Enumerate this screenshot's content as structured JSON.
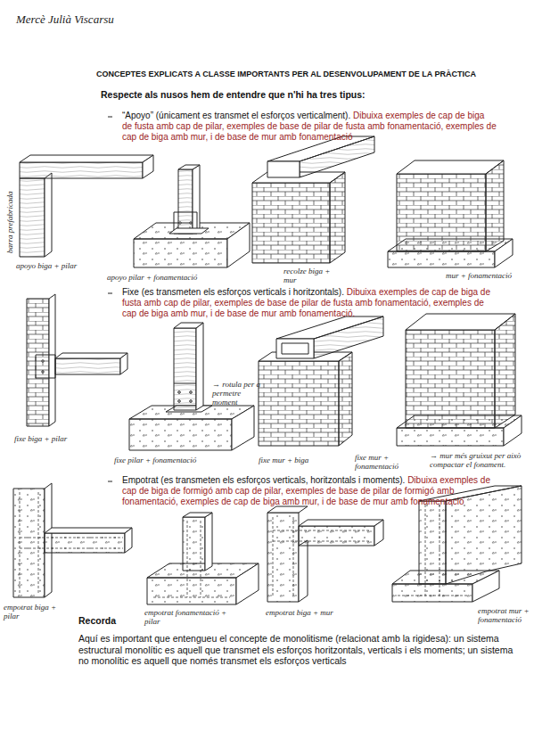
{
  "diagram": {
    "title": "CONCEPTES EXPLICATS A CLASSE IMPORTANTS PER AL DESENVOLUPAMENT DE LA PRÀCTICA",
    "labels": [
      "Mercè Julià Viscarsu",
      "Respecte als nusos hem de entendre que n'hi ha tres tipus:",
      "“Apoyo” (únicament es transmet el esforços verticalment).",
      "Dibuixa exemples de cap de biga de fusta amb cap de pilar, exemples de base de pilar de fusta amb fonamentació, exemples de cap de biga amb mur, i de base de mur amb fonamentació",
      "barra prefabricada",
      "apoyo biga + pilar",
      "apoyo pilar + fonamentació",
      "recolze biga + mur",
      "mur + fonamentació",
      "Fixe (es transmeten els esforços verticals i horitzontals).",
      "Dibuixa exemples de cap de biga de fusta amb cap de pilar, exemples de base de pilar de fusta amb fonamentació, exemples de cap de biga amb mur, i de base de mur amb fonamentació.",
      "fixe biga + pilar",
      "→ rotula per a permetre moment",
      "fixe pilar + fonamentació",
      "fixe mur + biga",
      "fixe mur + fonamentació",
      "→ mur més gruixut per això compactar el fonament.",
      "Empotrat (es transmeten els esforços verticals, horitzontals i moments).",
      "Dibuixa exemples de cap de biga de formigó amb cap de pilar, exemples de base de pilar de formigó amb fonamentació, exemples de cap de biga amb mur, i de base de mur amb fonamentació",
      "empotrat biga + pilar",
      "empotrat fonamentació + pilar",
      "empotrat biga + mur",
      "empotrat mur + fonamentació",
      "Recorda",
      "Aquí es important que entengueu el concepte de monolitisme (relacionat amb la rigidesa): un sistema estructural monolític es aquell que transmet els esforços horitzontals, verticals i els moments; un sistema no monolític es aquell que només transmet els esforços verticals"
    ]
  }
}
